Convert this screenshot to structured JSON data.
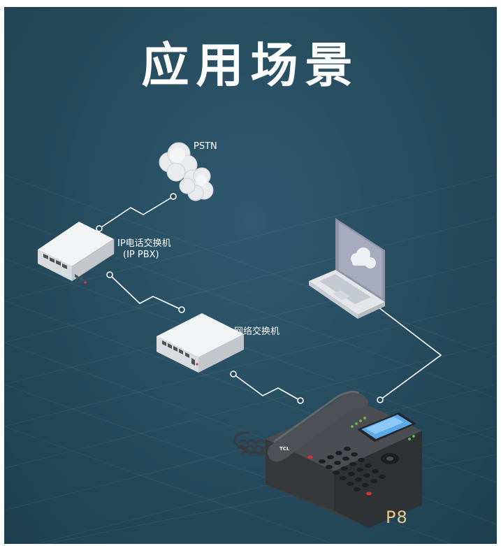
{
  "title": "应用场景",
  "nodes": {
    "pstn": {
      "label": "PSTN"
    },
    "ip_pbx": {
      "label_line1": "IP电话交换机",
      "label_line2": "(IP PBX)"
    },
    "network_switch": {
      "label": "网络交换机"
    },
    "phone": {
      "brand": "TCL",
      "model": "P8"
    }
  },
  "colors": {
    "background": "#264a5d",
    "title": "#ffffff",
    "model_label": "#e8c98a",
    "connector": "#ffffff"
  },
  "icons": [
    "cloud-icon",
    "router-icon",
    "switch-icon",
    "laptop-icon",
    "desk-phone-icon"
  ]
}
